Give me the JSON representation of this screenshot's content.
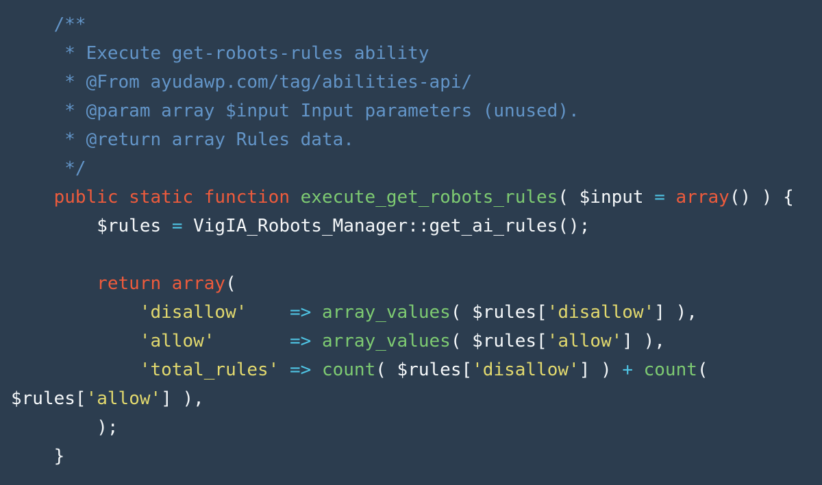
{
  "window": {
    "background": "#2C3D4F"
  },
  "palette": {
    "background": "#2C3D4F",
    "comment": "#6395C8",
    "keyword": "#EE5B3C",
    "function": "#7ECB72",
    "string": "#E2D96E",
    "operator": "#4FC4E4",
    "plain": "#F5F8FA"
  },
  "code": {
    "language": "php",
    "lines": [
      {
        "tokens": [
          {
            "type": "comment",
            "text": "    /**"
          }
        ]
      },
      {
        "tokens": [
          {
            "type": "comment",
            "text": "     * Execute get-robots-rules ability"
          }
        ]
      },
      {
        "tokens": [
          {
            "type": "comment",
            "text": "     * @From ayudawp.com/tag/abilities-api/"
          }
        ]
      },
      {
        "tokens": [
          {
            "type": "comment",
            "text": "     * @param array $input Input parameters (unused)."
          }
        ]
      },
      {
        "tokens": [
          {
            "type": "comment",
            "text": "     * @return array Rules data."
          }
        ]
      },
      {
        "tokens": [
          {
            "type": "comment",
            "text": "     */"
          }
        ]
      },
      {
        "tokens": [
          {
            "type": "keyword",
            "text": "    public static function "
          },
          {
            "type": "function",
            "text": "execute_get_robots_rules"
          },
          {
            "type": "plain",
            "text": "( $input "
          },
          {
            "type": "operator",
            "text": "="
          },
          {
            "type": "plain",
            "text": " "
          },
          {
            "type": "keyword",
            "text": "array"
          },
          {
            "type": "plain",
            "text": "() ) {"
          }
        ]
      },
      {
        "tokens": [
          {
            "type": "plain",
            "text": "        $rules "
          },
          {
            "type": "operator",
            "text": "="
          },
          {
            "type": "plain",
            "text": " VigIA_Robots_Manager::get_ai_rules();"
          }
        ]
      },
      {
        "tokens": []
      },
      {
        "tokens": [
          {
            "type": "keyword",
            "text": "        return array"
          },
          {
            "type": "plain",
            "text": "("
          }
        ]
      },
      {
        "tokens": [
          {
            "type": "plain",
            "text": "            "
          },
          {
            "type": "string",
            "text": "'disallow'"
          },
          {
            "type": "plain",
            "text": "    "
          },
          {
            "type": "operator",
            "text": "=>"
          },
          {
            "type": "plain",
            "text": " "
          },
          {
            "type": "function",
            "text": "array_values"
          },
          {
            "type": "plain",
            "text": "( $rules["
          },
          {
            "type": "string",
            "text": "'disallow'"
          },
          {
            "type": "plain",
            "text": "] ),"
          }
        ]
      },
      {
        "tokens": [
          {
            "type": "plain",
            "text": "            "
          },
          {
            "type": "string",
            "text": "'allow'"
          },
          {
            "type": "plain",
            "text": "       "
          },
          {
            "type": "operator",
            "text": "=>"
          },
          {
            "type": "plain",
            "text": " "
          },
          {
            "type": "function",
            "text": "array_values"
          },
          {
            "type": "plain",
            "text": "( $rules["
          },
          {
            "type": "string",
            "text": "'allow'"
          },
          {
            "type": "plain",
            "text": "] ),"
          }
        ]
      },
      {
        "tokens": [
          {
            "type": "plain",
            "text": "            "
          },
          {
            "type": "string",
            "text": "'total_rules'"
          },
          {
            "type": "plain",
            "text": " "
          },
          {
            "type": "operator",
            "text": "=>"
          },
          {
            "type": "plain",
            "text": " "
          },
          {
            "type": "function",
            "text": "count"
          },
          {
            "type": "plain",
            "text": "( $rules["
          },
          {
            "type": "string",
            "text": "'disallow'"
          },
          {
            "type": "plain",
            "text": "] ) "
          },
          {
            "type": "operator",
            "text": "+"
          },
          {
            "type": "plain",
            "text": " "
          },
          {
            "type": "function",
            "text": "count"
          },
          {
            "type": "plain",
            "text": "("
          }
        ]
      },
      {
        "tokens": [
          {
            "type": "plain",
            "text": "$rules["
          },
          {
            "type": "string",
            "text": "'allow'"
          },
          {
            "type": "plain",
            "text": "] ),"
          }
        ]
      },
      {
        "tokens": [
          {
            "type": "plain",
            "text": "        );"
          }
        ]
      },
      {
        "tokens": [
          {
            "type": "plain",
            "text": "    }"
          }
        ]
      }
    ]
  }
}
